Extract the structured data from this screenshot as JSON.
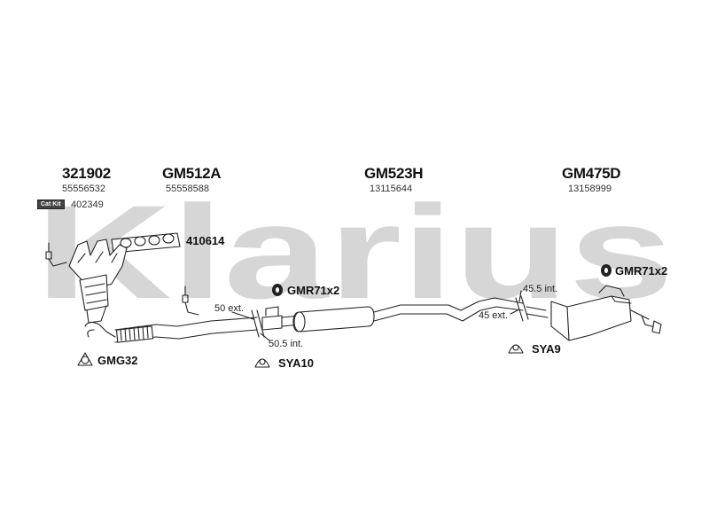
{
  "watermark": {
    "text": "Klarius",
    "color": "#d4d4d4"
  },
  "parts": [
    {
      "part_number": "321902",
      "oe_number": "55556532"
    },
    {
      "part_number": "GM512A",
      "oe_number": "55558588"
    },
    {
      "part_number": "GM523H",
      "oe_number": "13115644"
    },
    {
      "part_number": "GM475D",
      "oe_number": "13158999"
    }
  ],
  "cat_kit": {
    "badge": "Cat Kit",
    "number": "402349"
  },
  "gasket": "410614",
  "fittings": {
    "gmg32": "GMG32",
    "gmr_mid": "GMR71x2",
    "gmr_rear": "GMR71x2",
    "sya10": "SYA10",
    "sya9": "SYA9"
  },
  "dimensions": {
    "d50ext": "50 ext.",
    "d505int": "50.5 int.",
    "d455int": "45.5 int.",
    "d45ext": "45 ext."
  }
}
